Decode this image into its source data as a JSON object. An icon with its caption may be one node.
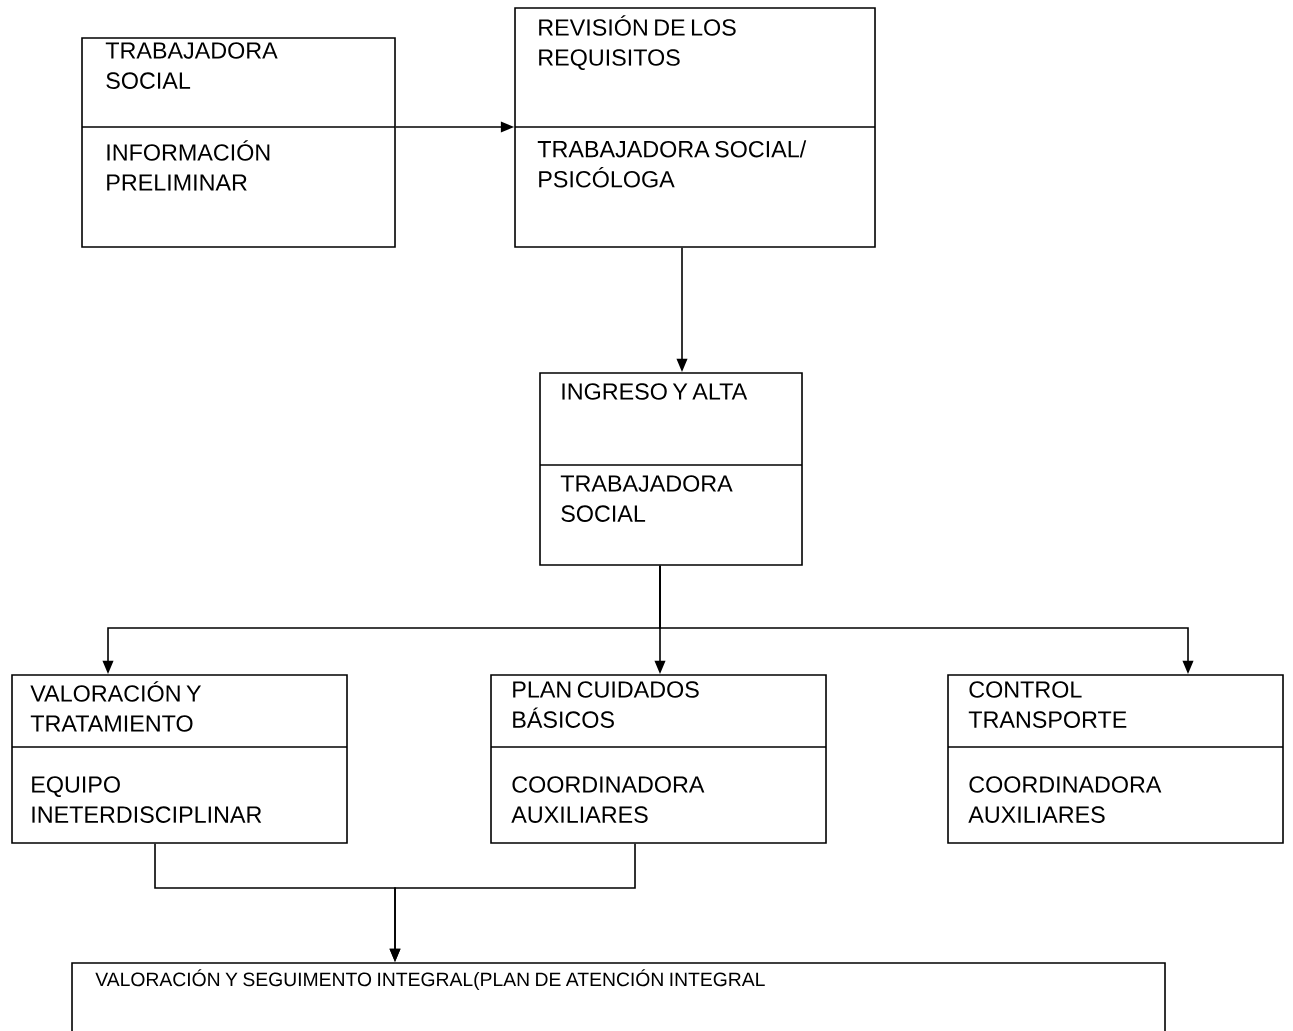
{
  "diagram": {
    "nodes": [
      {
        "text": [
          "TRABAJADORA SOCIAL",
          "INFORMACIÓN PRELIMINAR"
        ]
      },
      {
        "text": [
          "REVISIÓN DE LOS REQUISITOS",
          "TRABAJADORA SOCIAL/ PSICÓLOGA"
        ]
      },
      {
        "text": [
          "INGRESO Y ALTA",
          "TRABAJADORA SOCIAL"
        ]
      },
      {
        "text": [
          "VALORACIÓN Y TRATAMIENTO",
          "EQUIPO INETERDISCIPLINAR"
        ]
      },
      {
        "text": [
          "PLAN CUIDADOS BÁSICOS",
          "COORDINADORA AUXILIARES"
        ]
      },
      {
        "text": [
          "CONTROL TRANSPORTE",
          "COORDINADORA AUXILIARES"
        ]
      },
      {
        "text": [
          "VALORACIÓN Y SEGUIMENTO INTEGRAL(PLAN DE ATENCIÓN INTEGRAL"
        ]
      }
    ],
    "edges": [
      {
        "from": 0,
        "to": 1,
        "arrow": "to"
      },
      {
        "from": 1,
        "to": 2,
        "arrow": "to"
      },
      {
        "from": 2,
        "to": 3,
        "arrow": "to"
      },
      {
        "from": 2,
        "to": 4,
        "arrow": "to"
      },
      {
        "from": 2,
        "to": 5,
        "arrow": "to"
      },
      {
        "from": 3,
        "to": 6,
        "arrow": "to"
      },
      {
        "from": 4,
        "to": 6,
        "arrow": "to"
      }
    ]
  }
}
